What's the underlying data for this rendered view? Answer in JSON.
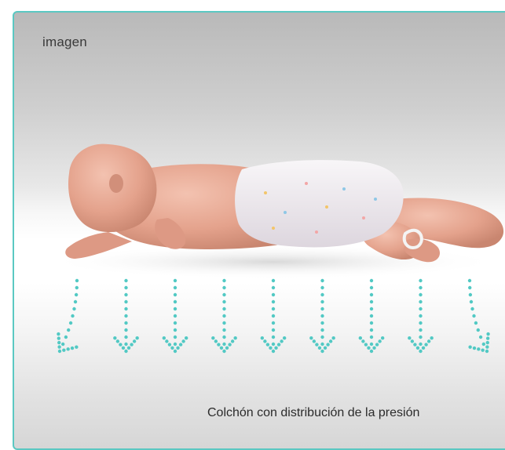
{
  "image_label": "imagen",
  "caption": "Colchón con distribución de la presión",
  "colors": {
    "frame": "#5bc8c2",
    "arrows": "#52c9c4",
    "skin": "#e8a893",
    "diaper": "#f1eef2"
  },
  "illustration": {
    "subject": "infant-lying-on-mattress",
    "arrow_count": 9
  }
}
